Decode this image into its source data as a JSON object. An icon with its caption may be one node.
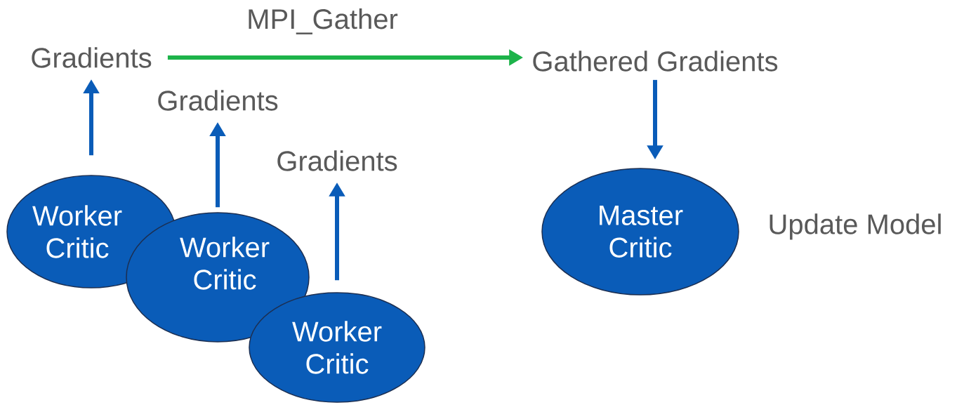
{
  "diagram": {
    "nodes": [
      {
        "text": [
          "Gradients"
        ]
      },
      {
        "text": [
          "Gathered Gradients"
        ]
      },
      {
        "text": [
          "Gradients"
        ]
      },
      {
        "text": [
          "Gradients"
        ]
      },
      {
        "text": [
          "Worker Critic"
        ]
      },
      {
        "text": [
          "Master Critic"
        ],
        "beside": [
          "Update Model"
        ]
      },
      {
        "text": [
          "Worker Critic"
        ]
      },
      {
        "text": [
          "Worker Critic"
        ]
      }
    ],
    "edges": [
      {
        "from": 4,
        "to": 0,
        "arrow": "to"
      },
      {
        "from": 6,
        "to": 2,
        "arrow": "to"
      },
      {
        "from": 7,
        "to": 3,
        "arrow": "to"
      },
      {
        "from": 0,
        "to": 1,
        "arrow": "to",
        "label": "MPI_Gather",
        "color": "#1db34a"
      },
      {
        "from": 1,
        "to": 5,
        "arrow": "to"
      }
    ]
  }
}
